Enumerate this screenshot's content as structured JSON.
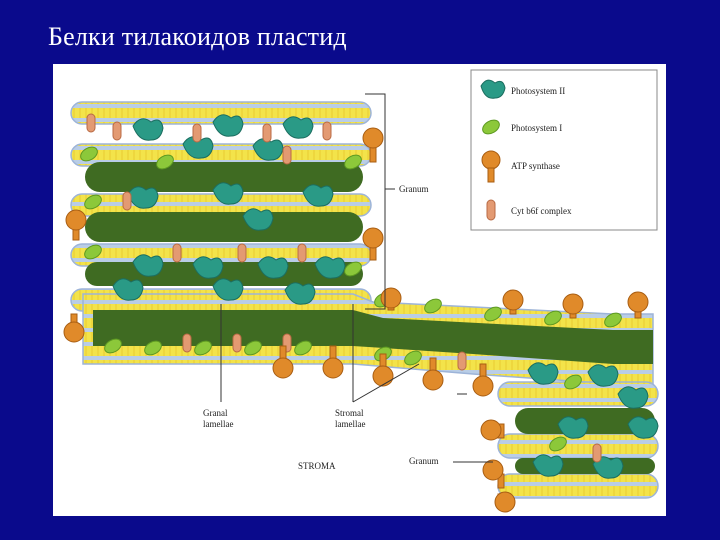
{
  "slide": {
    "title": "Белки тилакоидов пластид"
  },
  "colors": {
    "background": "#0a0a8c",
    "stroma_lumen": "#3f6b22",
    "membrane_yellow": "#f3e34a",
    "membrane_blue": "#b9cde6",
    "photosystem_II": "#2a9a86",
    "photosystem_I": "#8cc83a",
    "atp_synthase": "#e08a2a",
    "cyt_b6f": "#e39a72"
  },
  "legend": {
    "items": [
      {
        "key": "psii",
        "label": "Photosystem II",
        "icon": "teal-blob-icon"
      },
      {
        "key": "psi",
        "label": "Photosystem I",
        "icon": "green-leaf-icon"
      },
      {
        "key": "atp",
        "label": "ATP synthase",
        "icon": "orange-lollipop-icon"
      },
      {
        "key": "cyt",
        "label": "Cyt b6f complex",
        "icon": "salmon-capsule-icon"
      }
    ]
  },
  "labels": {
    "granum_top": "Granum",
    "granal_lamellae_1": "Granal",
    "granal_lamellae_2": "lamellae",
    "stromal_lamellae_1": "Stromal",
    "stromal_lamellae_2": "lamellae",
    "stroma": "STROMA",
    "granum_bottom": "Granum"
  }
}
